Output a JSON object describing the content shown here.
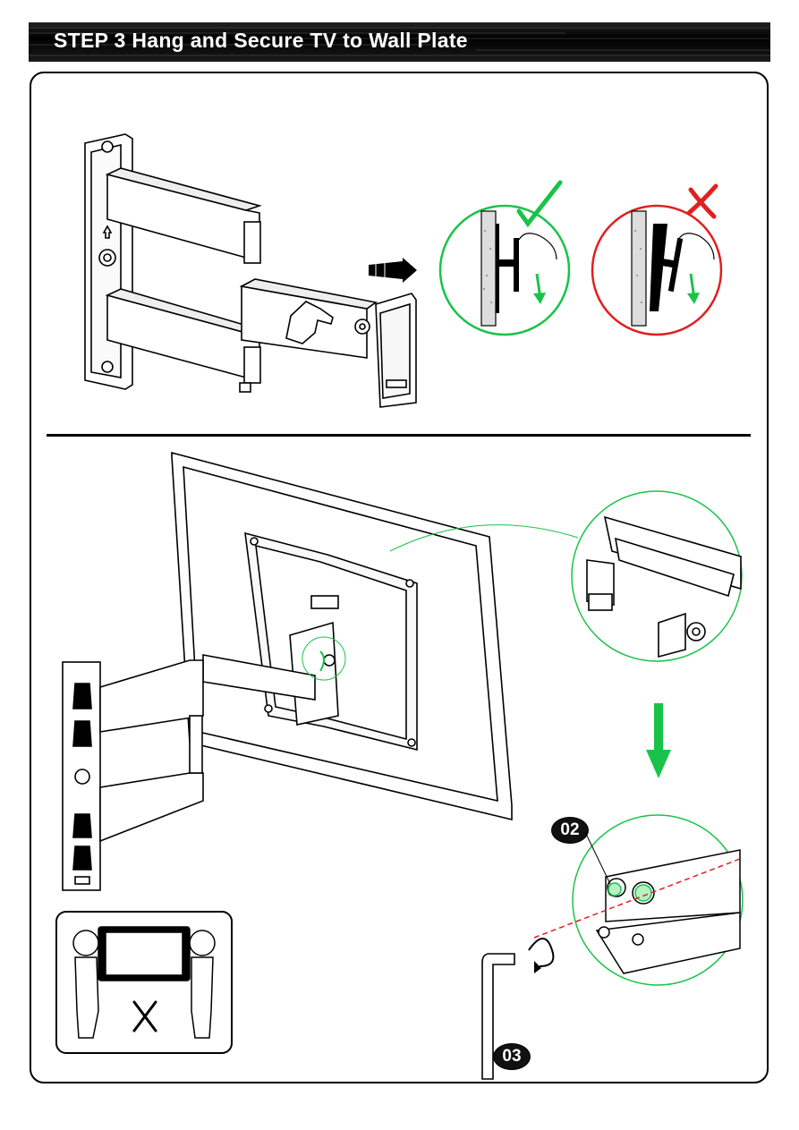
{
  "header": {
    "title": "STEP 3 Hang and Secure TV to Wall Plate"
  },
  "callouts": {
    "screw_part": "02",
    "allen_key_part": "03"
  },
  "colors": {
    "correct": "#19c34a",
    "incorrect": "#e02020",
    "header_bg": "#000000",
    "header_text": "#ffffff"
  },
  "icons": [
    "check-icon",
    "cross-icon",
    "push-arrow-icon",
    "down-arrow-icon",
    "rotate-arrow-icon",
    "tools-icon"
  ]
}
